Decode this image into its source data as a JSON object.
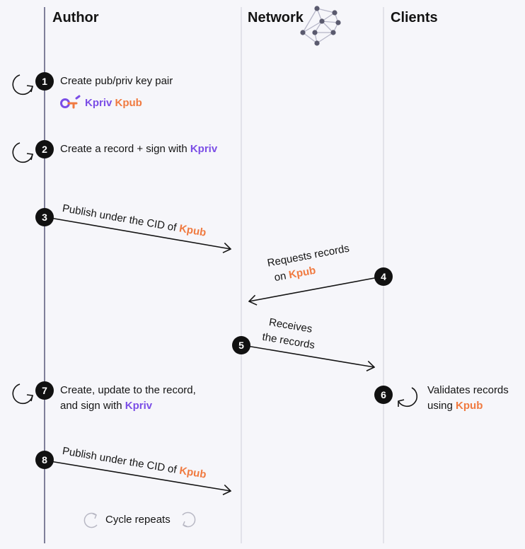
{
  "lanes": {
    "author": "Author",
    "network": "Network",
    "clients": "Clients"
  },
  "keys": {
    "kpriv": "Kpriv",
    "kpub": "Kpub"
  },
  "steps": [
    {
      "number": "1",
      "text": "Create pub/priv key pair"
    },
    {
      "number": "2",
      "text": "Create a record + sign with"
    },
    {
      "number": "3",
      "text": "Publish under the CID of"
    },
    {
      "number": "4",
      "line1": "Requests records",
      "line2": "on"
    },
    {
      "number": "5",
      "line1": "Receives",
      "line2": "the records"
    },
    {
      "number": "6",
      "line1": "Validates records",
      "line2": "using"
    },
    {
      "number": "7",
      "line1": "Create, update to the record,",
      "line2": "and sign with"
    },
    {
      "number": "8",
      "text": "Publish under the CID of"
    }
  ],
  "cycle_label": "Cycle repeats",
  "colors": {
    "background": "#f6f6fa",
    "kpriv": "#7b4ee6",
    "kpub": "#f07a40",
    "author_lifeline": "#7f7f9a",
    "lifeline": "#d4d4de",
    "badge": "#111111"
  },
  "icons": [
    "network-graph-icon",
    "key-icon",
    "self-loop-arrow-icon",
    "cycle-arrow-icon"
  ]
}
